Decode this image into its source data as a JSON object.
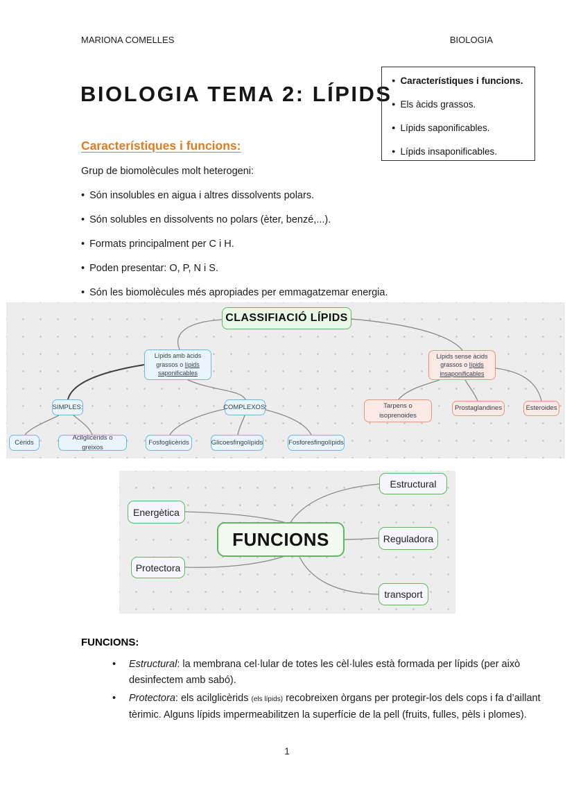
{
  "header": {
    "left": "MARIONA COMELLES",
    "right": "BIOLOGIA"
  },
  "title": "BIOLOGIA TEMA 2: LÍPIDS",
  "toc": {
    "items": [
      {
        "label": "Característiques i funcions.",
        "bold": true
      },
      {
        "label": "Els àcids grassos.",
        "bold": false
      },
      {
        "label": "Lípids saponificables.",
        "bold": false
      },
      {
        "label": "Lípids insaponificables.",
        "bold": false
      }
    ]
  },
  "section1": {
    "heading": "Característiques i funcions:",
    "intro": "Grup de biomolècules molt heterogeni:",
    "bullets": [
      "Són insolubles en aigua i altres dissolvents polars.",
      "Són solubles en dissolvents no polars (èter, benzé,...).",
      "Formats principalment per C i H.",
      "Poden presentar: O, P, N i S.",
      "Són les biomolècules més apropiades per emmagatzemar energia."
    ]
  },
  "diagram1": {
    "title": "CLASSIFIACIÓ LÍPIDS",
    "saponificables": {
      "text": "Lípids amb àcids grassos o ",
      "underlined": "lípids saponificables"
    },
    "insaponificables": {
      "text": "Lípids sense àcids grassos o ",
      "underlined": "lípids insaponificables"
    },
    "simples": "SIMPLES:",
    "complexos": "COMPLEXOS:",
    "cerids": "Cèrids",
    "acilglicerids": "Acilglicèrids o greixos",
    "fosfoglicerids": "Fosfoglicèrids",
    "glicoesfingolipids": "Glicoesfingolípids",
    "fosforesfingolipids": "Fosforesfingolípids",
    "tarpens": "Tarpens o isoprenoides",
    "prostaglandines": "Prostaglandines",
    "esteroides": "Esteroides"
  },
  "diagram2": {
    "center": "FUNCIONS",
    "estructural": "Estructural",
    "energetica": "Energètica",
    "reguladora": "Reguladora",
    "protectora": "Protectora",
    "transport": "transport"
  },
  "functions_section": {
    "heading": "FUNCIONS:",
    "item1": {
      "lead": "Estructural",
      "rest": ": la membrana cel·lular de totes les cèl·lules està formada per lípids (per això desinfectem amb sabó)."
    },
    "item2": {
      "lead": "Protectora",
      "mid": ": els acilglicèrids ",
      "small": "(els lípids)",
      "rest": " recobreixen òrgans per protegir-los dels cops i fa d’aillant tèrimic. Alguns lípids impermeabilitzen la superfície de la pell (fruits, fulles, pèls i plomes)."
    }
  },
  "footer": {
    "page_number": "1"
  },
  "colors": {
    "accent_orange": "#E07C1E",
    "blue_border": "#6FB7DD",
    "blue_fill": "#EAF5FB",
    "red_border": "#E5967F",
    "red_fill": "#FBE9E5",
    "green_border": "#5FB762",
    "green_fill": "#E9F7E6",
    "lavender_fill": "#F7F5FC",
    "band_bg": "#EDEDED"
  }
}
